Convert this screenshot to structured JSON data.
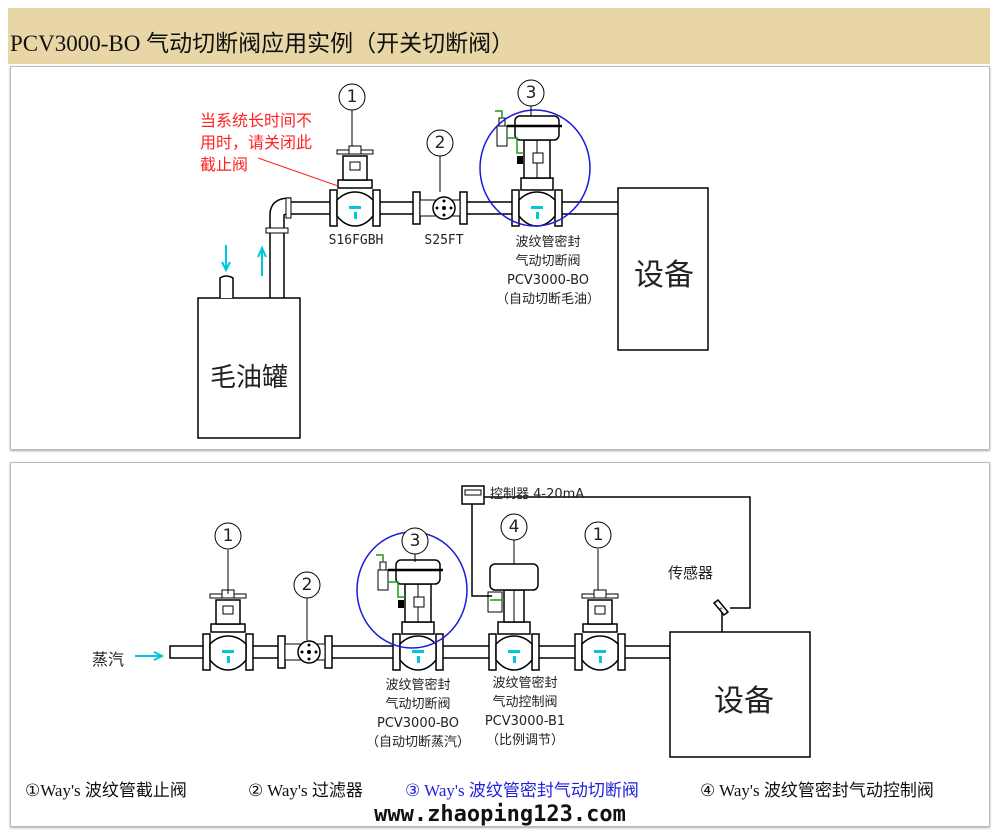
{
  "title": "PCV3000-BO 气动切断阀应用实例（开关切断阀）",
  "panel1": {
    "note": [
      "当系统长时间不",
      "用时，请关闭此",
      "截止阀"
    ],
    "tank": "毛油罐",
    "equipment": "设备",
    "valve1_model": "S16FGBH",
    "filter_model": "S25FT",
    "valve3_desc": [
      "波纹管密封",
      "气动切断阀",
      "PCV3000-BO",
      "（自动切断毛油）"
    ],
    "markers": [
      "1",
      "2",
      "3"
    ]
  },
  "panel2": {
    "steam": "蒸汽",
    "controller": "控制器 4-20mA",
    "sensor": "传感器",
    "equipment": "设备",
    "valve3_desc": [
      "波纹管密封",
      "气动切断阀",
      "PCV3000-BO",
      "（自动切断蒸汽）"
    ],
    "valve4_desc": [
      "波纹管密封",
      "气动控制阀",
      "PCV3000-B1",
      "（比例调节）"
    ],
    "markers": [
      "1",
      "2",
      "3",
      "4",
      "1"
    ]
  },
  "legend": [
    {
      "text": "①Way's 波纹管截止阀",
      "color": "#111111"
    },
    {
      "text": "② Way's 过滤器",
      "color": "#111111"
    },
    {
      "text": "③ Way's 波纹管密封气动切断阀",
      "color": "#2222dd"
    },
    {
      "text": "④ Way's 波纹管密封气动控制阀",
      "color": "#111111"
    }
  ],
  "watermark": "www.zhaoping123.com",
  "colors": {
    "header": "#e9d6a6",
    "highlight": "#1a1ad8",
    "flow": "#00c8d8",
    "note": "#ff2222"
  }
}
